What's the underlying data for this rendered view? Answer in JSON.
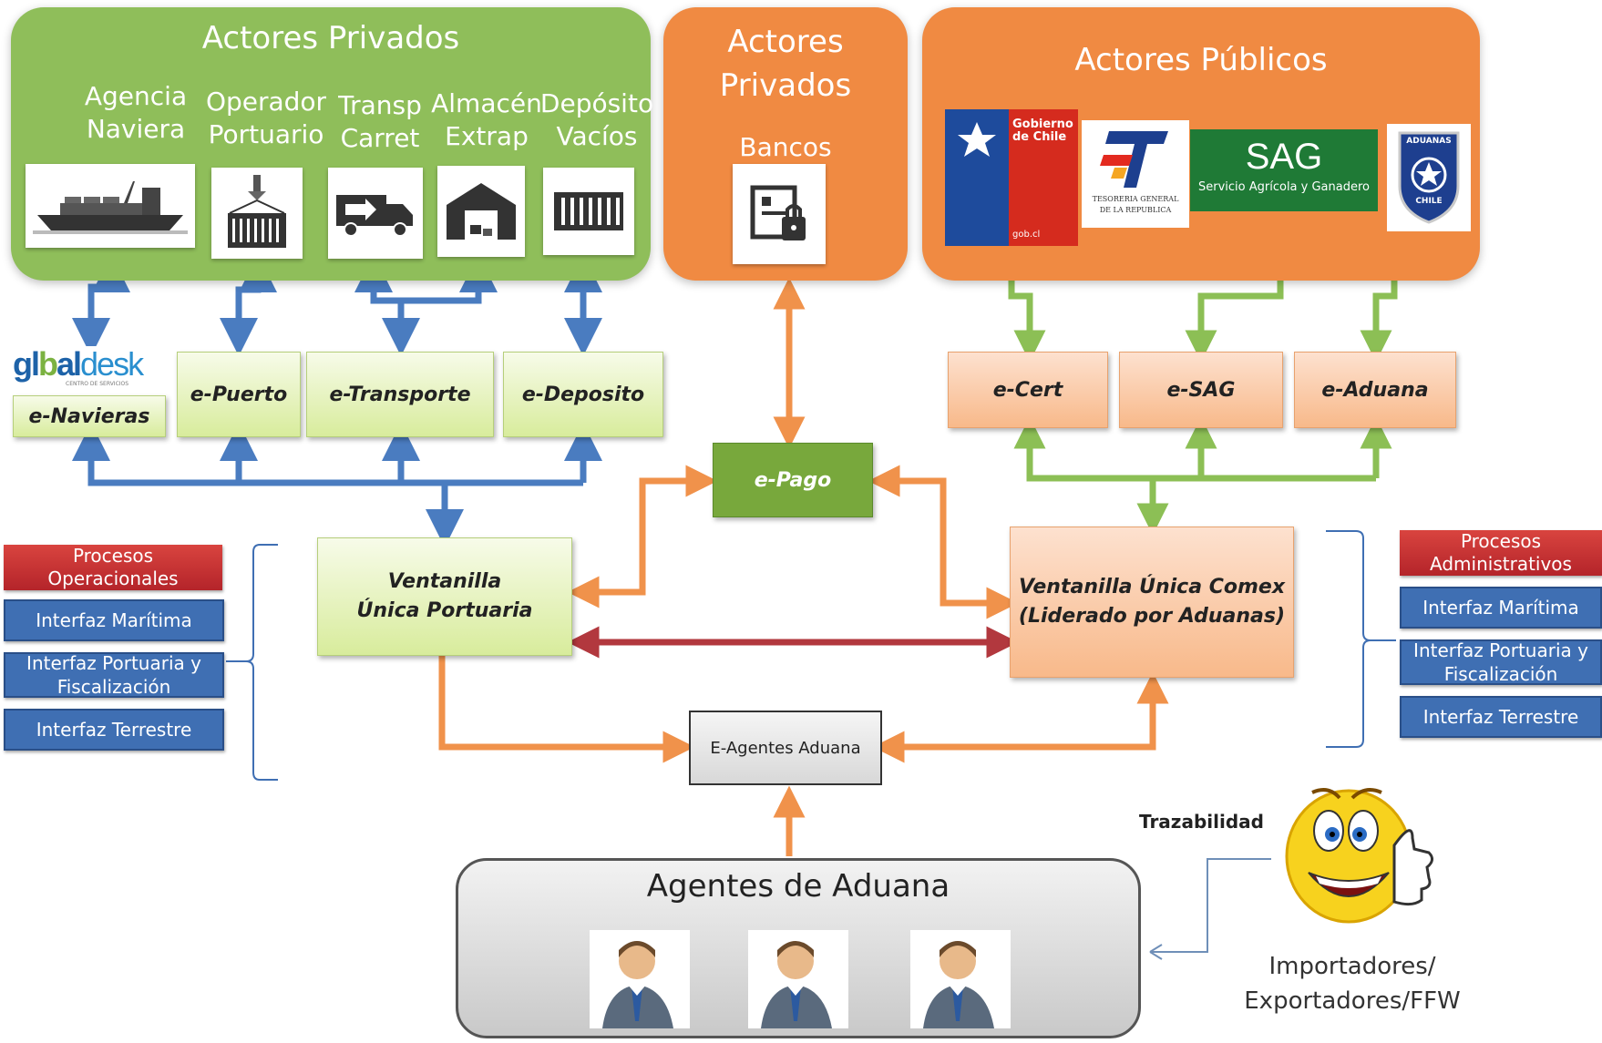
{
  "private_actors": {
    "title": "Actores Privados",
    "columns": [
      {
        "label": "Agencia\nNaviera",
        "icon": "ship-icon"
      },
      {
        "label": "Operador\nPortuario",
        "icon": "container-crane-icon"
      },
      {
        "label": "Transp\nCarret",
        "icon": "truck-icon"
      },
      {
        "label": "Almacén\nExtrap",
        "icon": "warehouse-icon"
      },
      {
        "label": "Depósito\nVacíos",
        "icon": "container-icon"
      }
    ]
  },
  "banks": {
    "title": "Actores\nPrivados",
    "label": "Bancos",
    "icon": "bank-safe-icon"
  },
  "public_actors": {
    "title": "Actores Públicos",
    "logos": {
      "gobierno": {
        "line1": "Gobierno",
        "line2": "de Chile",
        "footer": "gob.cl"
      },
      "tesoreria": {
        "line1": "TESORERIA GENERAL",
        "line2": "DE LA REPUBLICA"
      },
      "sag": {
        "name": "SAG",
        "subtitle": "Servicio Agrícola y Ganadero"
      },
      "aduanas": {
        "top": "ADUANAS",
        "bottom": "CHILE"
      }
    }
  },
  "globaldesk": {
    "logo_a": "gl",
    "logo_b": "b",
    "logo_c": "al",
    "logo_d": "desk",
    "tagline": "CENTRO DE SERVICIOS"
  },
  "systems": {
    "e_navieras": "e-Navieras",
    "e_puerto": "e-Puerto",
    "e_transporte": "e-Transporte",
    "e_deposito": "e-Deposito",
    "e_cert": "e-Cert",
    "e_sag": "e-SAG",
    "e_aduana": "e-Aduana",
    "e_pago": "e-Pago"
  },
  "ventanilla_portuaria": {
    "line1": "Ventanilla",
    "line2": "Única Portuaria"
  },
  "ventanilla_comex": {
    "line1": "Ventanilla Única Comex",
    "line2": "(Liderado por Aduanas)"
  },
  "e_agentes": "E-Agentes Aduana",
  "agentes": {
    "title": "Agentes de Aduana"
  },
  "left_processes": {
    "header": "Procesos\nOperacionales",
    "items": [
      "Interfaz Marítima",
      "Interfaz Portuaria y\nFiscalización",
      "Interfaz Terrestre"
    ]
  },
  "right_processes": {
    "header": "Procesos\nAdministrativos",
    "items": [
      "Interfaz Marítima",
      "Interfaz Portuaria y\nFiscalización",
      "Interfaz Terrestre"
    ]
  },
  "trazabilidad": "Trazabilidad",
  "importadores": {
    "line1": "Importadores/",
    "line2": "Exportadores/FFW"
  },
  "colors": {
    "green": "#8fbe5a",
    "orange": "#f08a42",
    "blue_arrow": "#4a7cc0",
    "orange_arrow": "#f0924b",
    "green_arrow": "#8cbf55",
    "red_arrow": "#b2383e",
    "blue_button": "#3f6fb3",
    "red_header": "#c0302f",
    "epago": "#78a83c"
  }
}
